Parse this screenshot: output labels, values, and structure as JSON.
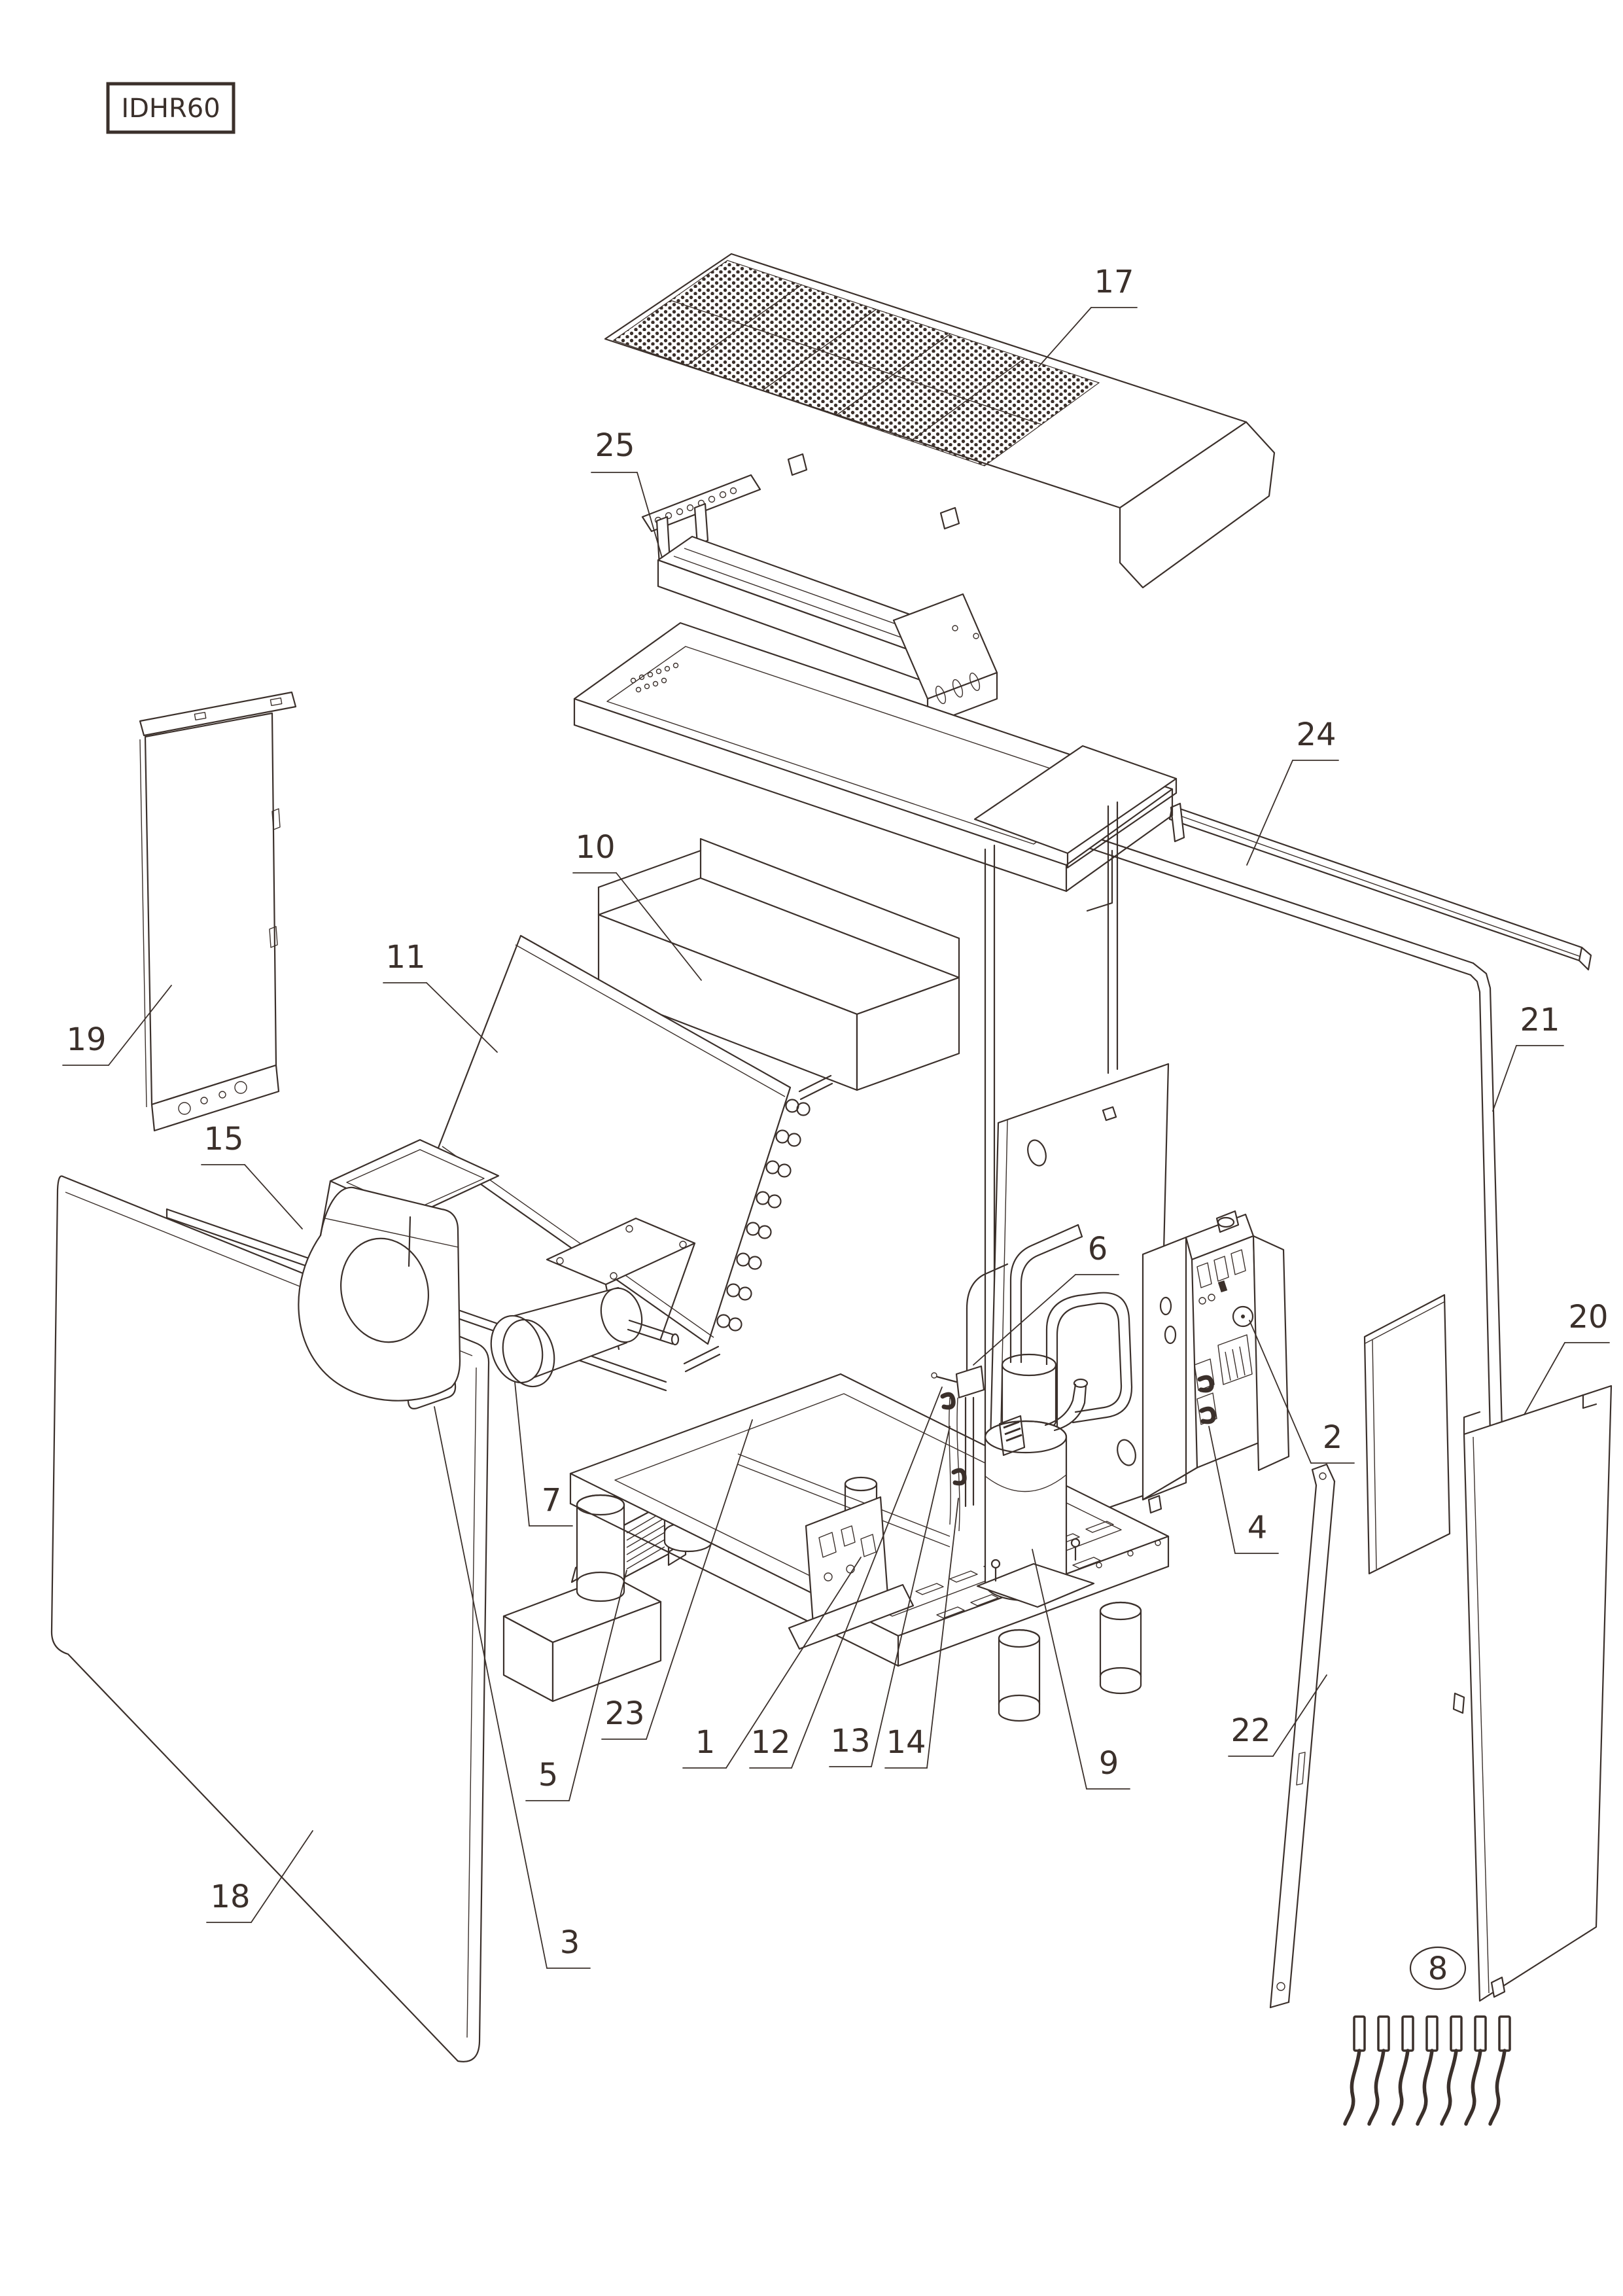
{
  "drawing": {
    "model": "IDHR60",
    "background": "#ffffff",
    "line_color": "#3b302b",
    "callouts": {
      "c1": "1",
      "c2": "2",
      "c3": "3",
      "c4": "4",
      "c5": "5",
      "c6": "6",
      "c7": "7",
      "c8": "8",
      "c9": "9",
      "c10": "10",
      "c11": "11",
      "c12": "12",
      "c13": "13",
      "c14": "14",
      "c15": "15",
      "c17": "17",
      "c18": "18",
      "c19": "19",
      "c20": "20",
      "c21": "21",
      "c22": "22",
      "c23": "23",
      "c24": "24",
      "c25": "25"
    }
  }
}
